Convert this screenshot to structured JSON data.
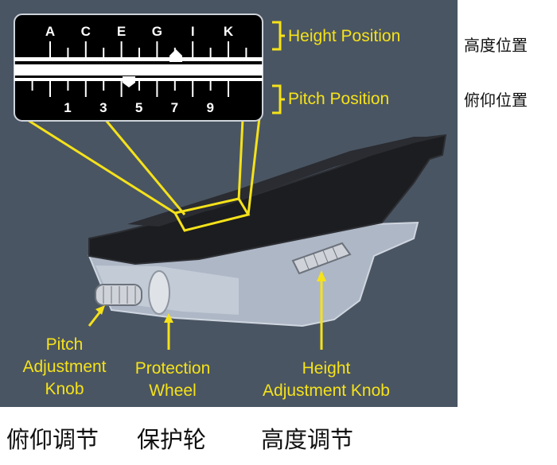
{
  "colors": {
    "accent": "#f5e21a",
    "background": "#4a5563",
    "stylus_body": "#1c1d20",
    "inset_panel": "#000000"
  },
  "scale": {
    "letters": [
      "A",
      "C",
      "E",
      "G",
      "I",
      "K"
    ],
    "numbers": [
      "1",
      "3",
      "5",
      "7",
      "9"
    ]
  },
  "labels": {
    "height_position": "Height Position",
    "pitch_position": "Pitch Position",
    "pitch_knob_line1": "Pitch",
    "pitch_knob_line2": "Adjustment",
    "pitch_knob_line3": "Knob",
    "protection_line1": "Protection",
    "protection_line2": "Wheel",
    "height_knob_line1": "Height",
    "height_knob_line2": "Adjustment Knob"
  },
  "cn_labels": {
    "height_position": "高度位置",
    "pitch_position": "俯仰位置",
    "pitch_adjust": "俯仰调节",
    "protection_wheel": "保护轮",
    "height_adjust": "高度调节"
  }
}
